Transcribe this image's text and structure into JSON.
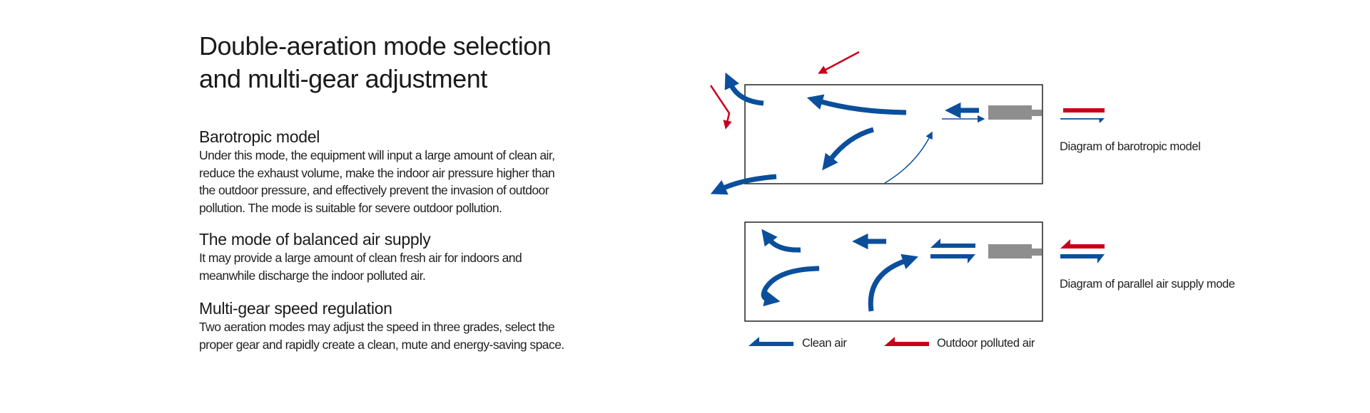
{
  "title_lines": [
    "Double-aeration mode selection",
    "and multi-gear adjustment"
  ],
  "sections": [
    {
      "heading": "Barotropic model",
      "lines": [
        "Under this mode, the equipment will input a large amount of clean air,",
        "reduce the exhaust volume, make the indoor air pressure higher than",
        "the outdoor pressure, and effectively prevent the invasion of outdoor",
        "pollution. The mode is suitable for severe outdoor pollution."
      ]
    },
    {
      "heading": "The mode of balanced air supply",
      "lines": [
        "It may provide a large amount of clean fresh air for indoors and",
        "meanwhile discharge the indoor polluted air."
      ]
    },
    {
      "heading": "Multi-gear speed regulation",
      "lines": [
        "Two aeration modes may adjust the speed in three grades, select the",
        "proper gear and rapidly create a clean, mute and energy-saving space."
      ]
    }
  ],
  "diagrams": {
    "barotropic_caption": "Diagram of barotropic model",
    "parallel_caption": "Diagram of parallel air supply mode"
  },
  "legend": {
    "clean_air": "Clean air",
    "polluted_air": "Outdoor polluted air"
  },
  "colors": {
    "clean": "#0b4f9c",
    "polluted": "#c8001e",
    "fan": "#8e8e8e"
  }
}
